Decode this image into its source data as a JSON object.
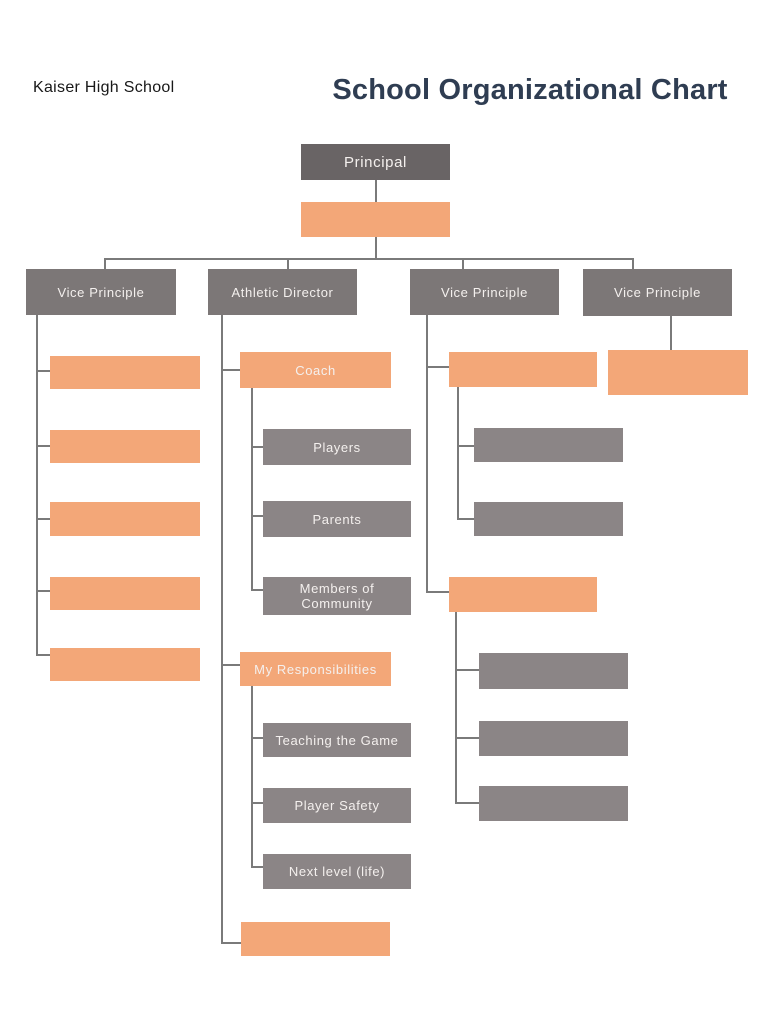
{
  "header": {
    "school_name": "Kaiser High School",
    "title": "School Organizational Chart"
  },
  "nodes": {
    "principal": {
      "label": "Principal"
    },
    "vice_principle_1": {
      "label": "Vice Principle"
    },
    "athletic_director": {
      "label": "Athletic Director"
    },
    "vice_principle_2": {
      "label": "Vice Principle"
    },
    "vice_principle_3": {
      "label": "Vice Principle"
    },
    "coach": {
      "label": "Coach"
    },
    "players": {
      "label": "Players"
    },
    "parents": {
      "label": "Parents"
    },
    "members_of_community": {
      "label": "Members of Community"
    },
    "my_responsibilities": {
      "label": "My Responsibilities"
    },
    "teaching_the_game": {
      "label": "Teaching the Game"
    },
    "player_safety": {
      "label": "Player Safety"
    },
    "next_level": {
      "label": "Next level (life)"
    }
  },
  "empty_placeholder_boxes": {
    "under_principal": 1,
    "under_vice_principle_1": 5,
    "under_athletic_director": 1,
    "under_vice_principle_2": 7,
    "under_vice_principle_3": 1
  },
  "colors": {
    "title_text": "#2f3d52",
    "school_name_text": "#181818",
    "box_dark_gray": "#696465",
    "box_mid_gray": "#7c7777",
    "box_light_gray": "#8b8586",
    "box_orange": "#f3a778",
    "box_text": "#f4f0ee",
    "connector_line": "#7a7a7a"
  }
}
